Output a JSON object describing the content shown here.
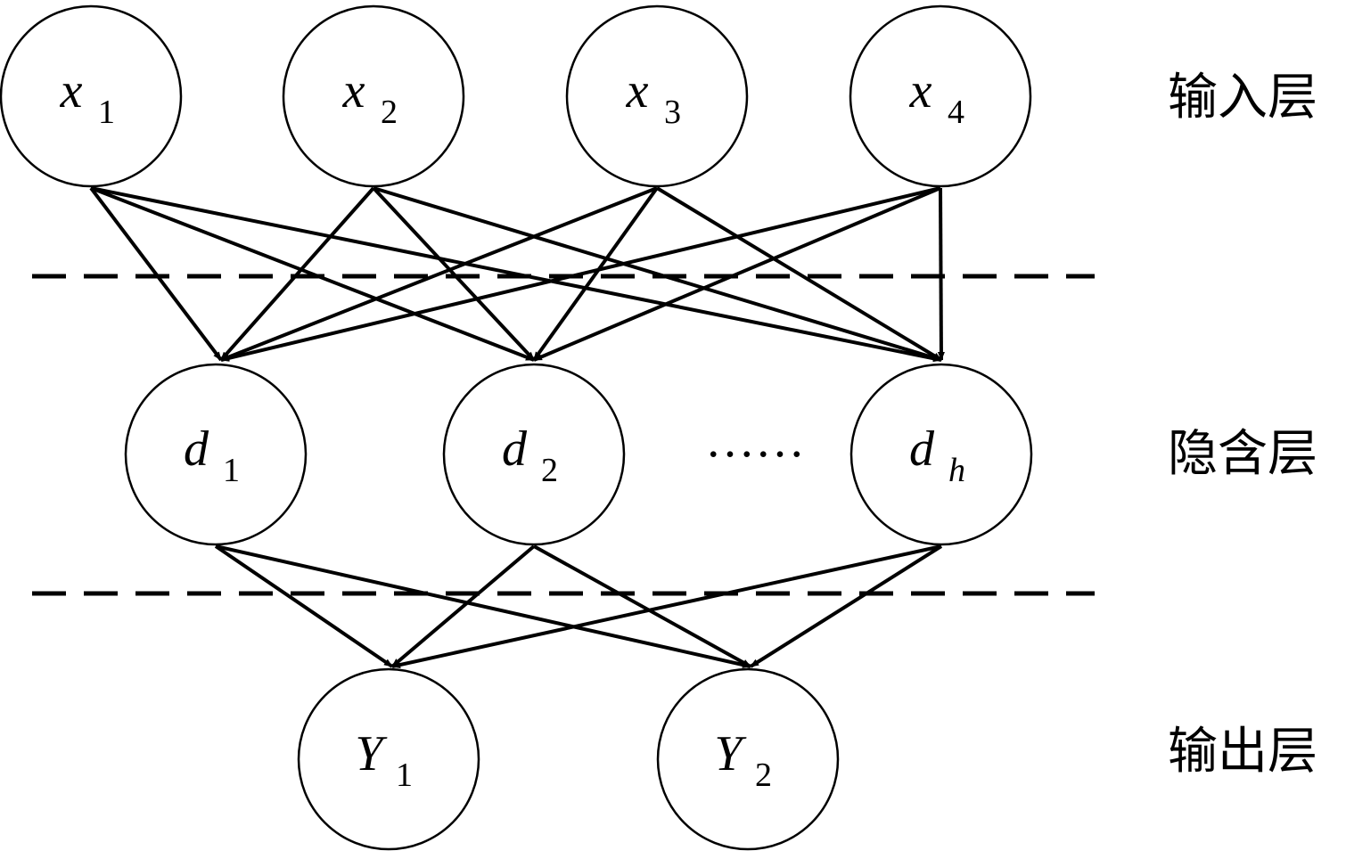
{
  "layers": {
    "input_label": "输入层",
    "hidden_label": "隐含层",
    "output_label": "输出层"
  },
  "nodes": {
    "input": [
      {
        "id": "x1",
        "base": "x",
        "sub": "1"
      },
      {
        "id": "x2",
        "base": "x",
        "sub": "2"
      },
      {
        "id": "x3",
        "base": "x",
        "sub": "3"
      },
      {
        "id": "x4",
        "base": "x",
        "sub": "4"
      }
    ],
    "hidden": [
      {
        "id": "d1",
        "base": "d",
        "sub": "1"
      },
      {
        "id": "d2",
        "base": "d",
        "sub": "2"
      },
      {
        "id": "dh",
        "base": "d",
        "sub": "h"
      }
    ],
    "output": [
      {
        "id": "Y1",
        "base": "Y",
        "sub": "1"
      },
      {
        "id": "Y2",
        "base": "Y",
        "sub": "2"
      }
    ]
  },
  "hidden_ellipsis": "……",
  "edges": [
    [
      "x1",
      "d1"
    ],
    [
      "x1",
      "d2"
    ],
    [
      "x1",
      "dh"
    ],
    [
      "x2",
      "d1"
    ],
    [
      "x2",
      "d2"
    ],
    [
      "x2",
      "dh"
    ],
    [
      "x3",
      "d1"
    ],
    [
      "x3",
      "d2"
    ],
    [
      "x3",
      "dh"
    ],
    [
      "x4",
      "d1"
    ],
    [
      "x4",
      "d2"
    ],
    [
      "x4",
      "dh"
    ],
    [
      "d1",
      "Y1"
    ],
    [
      "d1",
      "Y2"
    ],
    [
      "d2",
      "Y1"
    ],
    [
      "d2",
      "Y2"
    ],
    [
      "dh",
      "Y1"
    ],
    [
      "dh",
      "Y2"
    ]
  ]
}
